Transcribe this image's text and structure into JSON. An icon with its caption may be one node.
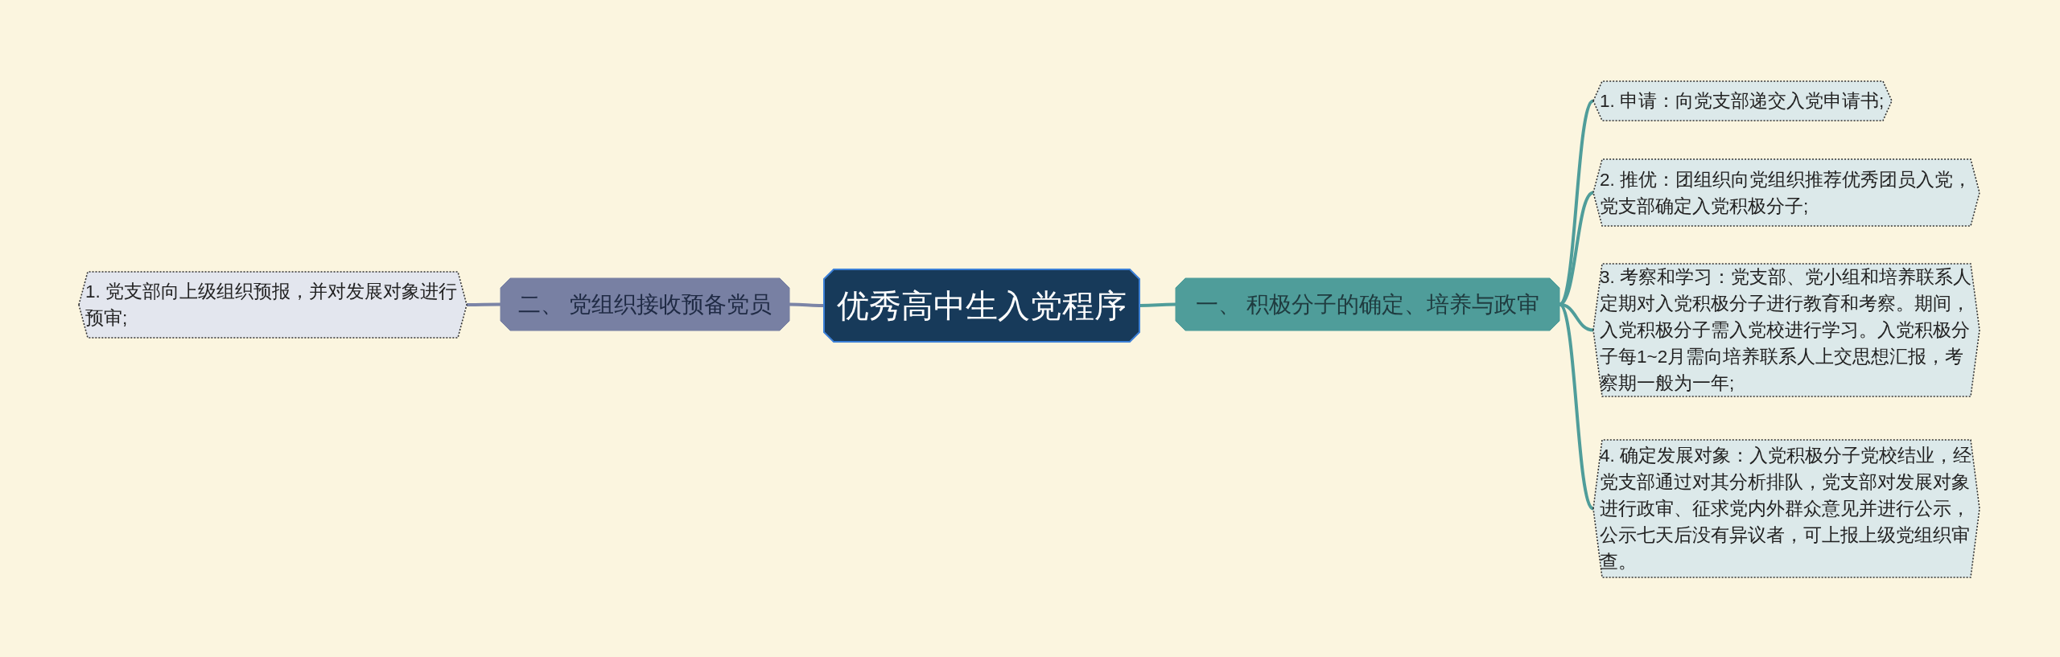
{
  "diagram": {
    "nodes": [
      {
        "text": [
          "优秀高中生入党程序"
        ]
      },
      {
        "text": [
          "一、 积极分子的确定、培养与政审"
        ]
      },
      {
        "text": [
          "1. 申请：向党支部递交入党申请书;"
        ]
      },
      {
        "text": [
          "2. 推优：团组织向党组织推荐优秀团员入党，党支部确定入党积极分子;"
        ]
      },
      {
        "text": [
          "3. 考察和学习：党支部、党小组和培养联系人定期对入党积极分子进行教育和考察。期间，入党积极分子需入党校进行学习。入党积极分子每1~2月需向培养联系人上交思想汇报，考察期一般为一年;"
        ]
      },
      {
        "text": [
          "4. 确定发展对象：入党积极分子党校结业，经党支部通过对其分析排队，党支部对发展对象进行政审、征求党内外群众意见并进行公示，公示七天后没有异议者，可上报上级党组织审查。"
        ]
      },
      {
        "text": [
          "二、 党组织接收预备党员"
        ]
      },
      {
        "text": [
          "1. 党支部向上级组织预报，并对发展对象进行预审;"
        ]
      }
    ],
    "edges": [
      {
        "from": 0,
        "to": 1,
        "arrow": "none"
      },
      {
        "from": 1,
        "to": 2,
        "arrow": "none"
      },
      {
        "from": 1,
        "to": 3,
        "arrow": "none"
      },
      {
        "from": 1,
        "to": 4,
        "arrow": "none"
      },
      {
        "from": 1,
        "to": 5,
        "arrow": "none"
      },
      {
        "from": 0,
        "to": 6,
        "arrow": "none",
        "color": "#7b84a6"
      },
      {
        "from": 6,
        "to": 7,
        "arrow": "none",
        "color": "#7b84a6"
      }
    ]
  }
}
